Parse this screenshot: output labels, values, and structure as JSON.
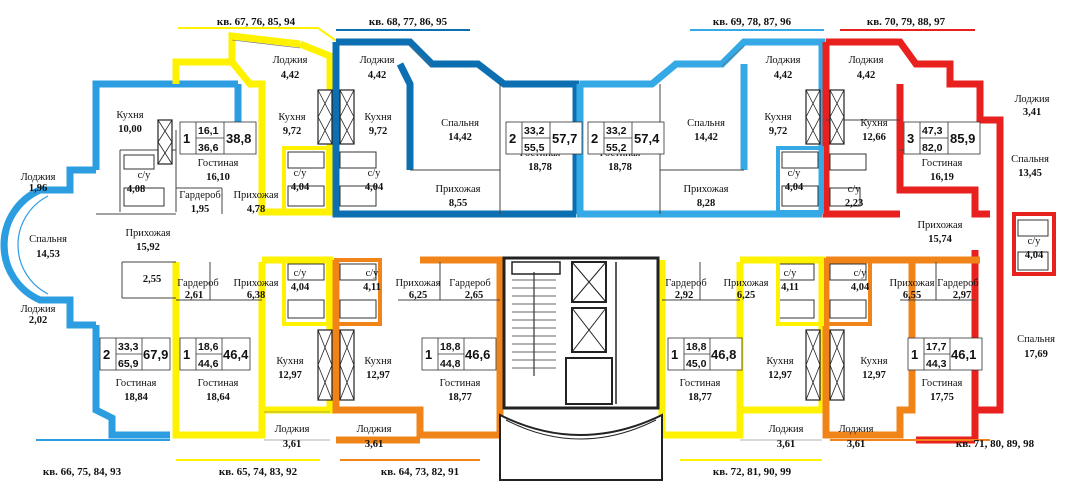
{
  "colors": {
    "blue": "#2b9de0",
    "yellow": "#fff200",
    "darkblue": "#0b6fb2",
    "lightblue": "#35a9e6",
    "red": "#e8211f",
    "orange": "#f08418",
    "wall": "#444444"
  },
  "apartment_labels": {
    "a1": "кв. 67, 76, 85, 94",
    "a2": "кв. 68, 77, 86, 95",
    "a3": "кв. 69, 78, 87, 96",
    "a4": "кв. 70, 79, 88, 97",
    "a5": "кв. 66, 75, 84, 93",
    "a6": "кв. 65, 74, 83, 92",
    "a7": "кв. 64, 73, 82, 91",
    "a8": "кв. 72, 81, 90, 99",
    "a9": "кв. 71, 80, 89, 98"
  },
  "rooms": {
    "r_lodzh_1_n": "Лоджия",
    "r_lodzh_1_v": "4,42",
    "r_lodzh_2_n": "Лоджия",
    "r_lodzh_2_v": "4,42",
    "r_lodzh_3_n": "Лоджия",
    "r_lodzh_3_v": "4,42",
    "r_lodzh_4_n": "Лоджия",
    "r_lodzh_4_v": "4,42",
    "r_lodzh_5_n": "Лоджия",
    "r_lodzh_5_v": "3,41",
    "r_kuh_b_n": "Кухня",
    "r_kuh_b_v": "10,00",
    "r_kuh_y_n": "Кухня",
    "r_kuh_y_v": "9,72",
    "r_kuh_db_n": "Кухня",
    "r_kuh_db_v": "9,72",
    "r_kuh_lb_n": "Кухня",
    "r_kuh_lb_v": "9,72",
    "r_kuh_r_n": "Кухня",
    "r_kuh_r_v": "12,66",
    "r_sp_db_n": "Спальня",
    "r_sp_db_v": "14,42",
    "r_sp_lb_n": "Спальня",
    "r_sp_lb_v": "14,42",
    "r_sp_r_n": "Спальня",
    "r_sp_r_v": "13,45",
    "r_gost_y_n": "Гостиная",
    "r_gost_y_v": "16,10",
    "r_gost_db_n": "Гостиная",
    "r_gost_db_v": "18,78",
    "r_gost_lb_n": "Гостиная",
    "r_gost_lb_v": "18,78",
    "r_gost_r_n": "Гостиная",
    "r_gost_r_v": "16,19",
    "r_lodzh_l1_n": "Лоджия",
    "r_lodzh_l1_v": "1,96",
    "r_gard_y_n": "Гардероб",
    "r_gard_y_v": "1,95",
    "r_prih_y_n": "Прихожая",
    "r_prih_y_v": "4,78",
    "r_su_b": "с/у",
    "r_su_b_v": "4,08",
    "r_su_y": "с/у",
    "r_su_y_v": "4,04",
    "r_su_db": "с/у",
    "r_su_db_v": "4,04",
    "r_su_lb": "с/у",
    "r_su_lb_v": "4,04",
    "r_su_r": "с/у",
    "r_su_r_v": "2,23",
    "r_prih_db_n": "Прихожая",
    "r_prih_db_v": "8,55",
    "r_prih_lb_n": "Прихожая",
    "r_prih_lb_v": "8,28",
    "r_sp_l_n": "Спальня",
    "r_sp_l_v": "14,53",
    "r_prih_b_n": "Прихожая",
    "r_prih_b_v": "15,92",
    "r_prih_r_n": "Прихожая",
    "r_prih_r_v": "15,74",
    "r_su_r2": "с/у",
    "r_su_r2_v": "4,04",
    "r_store_v": "2,55",
    "r_lodzh_l2_n": "Лоджия",
    "r_lodzh_l2_v": "2,02",
    "r_gard_ly_n": "Гардероб",
    "r_gard_ly_v": "2,61",
    "r_prih_ly_n": "Прихожая",
    "r_prih_ly_v": "6,38",
    "r_su_ly": "с/у",
    "r_su_ly_v": "4,04",
    "r_su_lo": "с/у",
    "r_su_lo_v": "4,11",
    "r_prih_lo_n": "Прихожая",
    "r_prih_lo_v": "6,25",
    "r_gard_lo_n": "Гардероб",
    "r_gard_lo_v": "2,65",
    "r_gard_ry_n": "Гардероб",
    "r_gard_ry_v": "2,92",
    "r_prih_ry_n": "Прихожая",
    "r_prih_ry_v": "6,25",
    "r_su_ry": "с/у",
    "r_su_ry_v": "4,11",
    "r_su_ro": "с/у",
    "r_su_ro_v": "4,04",
    "r_prih_ro_n": "Прихожая",
    "r_prih_ro_v": "6,55",
    "r_gard_ro_n": "Гардероб",
    "r_gard_ro_v": "2,97",
    "r_sp_rb_n": "Спальня",
    "r_sp_rb_v": "17,69",
    "r_kuh_ly_n": "Кухня",
    "r_kuh_ly_v": "12,97",
    "r_kuh_lo_n": "Кухня",
    "r_kuh_lo_v": "12,97",
    "r_kuh_ry_n": "Кухня",
    "r_kuh_ry_v": "12,97",
    "r_kuh_ro_n": "Кухня",
    "r_kuh_ro_v": "12,97",
    "r_gost_lb2_n": "Гостиная",
    "r_gost_lb2_v": "18,84",
    "r_gost_ly_n": "Гостиная",
    "r_gost_ly_v": "18,64",
    "r_gost_lo_n": "Гостиная",
    "r_gost_lo_v": "18,77",
    "r_gost_ry_n": "Гостиная",
    "r_gost_ry_v": "18,77",
    "r_gost_ro_n": "Гостиная",
    "r_gost_ro_v": "17,75",
    "r_lodzh_by_n": "Лоджия",
    "r_lodzh_by_v": "3,61",
    "r_lodzh_bo_n": "Лоджия",
    "r_lodzh_bo_v": "3,61",
    "r_lodzh_bry_n": "Лоджия",
    "r_lodzh_bry_v": "3,61",
    "r_lodzh_bro_n": "Лоджия",
    "r_lodzh_bro_v": "3,61"
  },
  "specs": {
    "s1": {
      "rooms": "1",
      "a": "16,1",
      "b": "36,6",
      "total": "38,8"
    },
    "s2": {
      "rooms": "2",
      "a": "33,2",
      "b": "55,5",
      "total": "57,7"
    },
    "s3": {
      "rooms": "2",
      "a": "33,2",
      "b": "55,2",
      "total": "57,4"
    },
    "s4": {
      "rooms": "3",
      "a": "47,3",
      "b": "82,0",
      "total": "85,9"
    },
    "s5": {
      "rooms": "2",
      "a": "33,3",
      "b": "65,9",
      "total": "67,9"
    },
    "s6": {
      "rooms": "1",
      "a": "18,6",
      "b": "44,6",
      "total": "46,4"
    },
    "s7": {
      "rooms": "1",
      "a": "18,8",
      "b": "44,8",
      "total": "46,6"
    },
    "s8": {
      "rooms": "1",
      "a": "18,8",
      "b": "45,0",
      "total": "46,8"
    },
    "s9": {
      "rooms": "1",
      "a": "17,7",
      "b": "44,3",
      "total": "46,1"
    }
  }
}
